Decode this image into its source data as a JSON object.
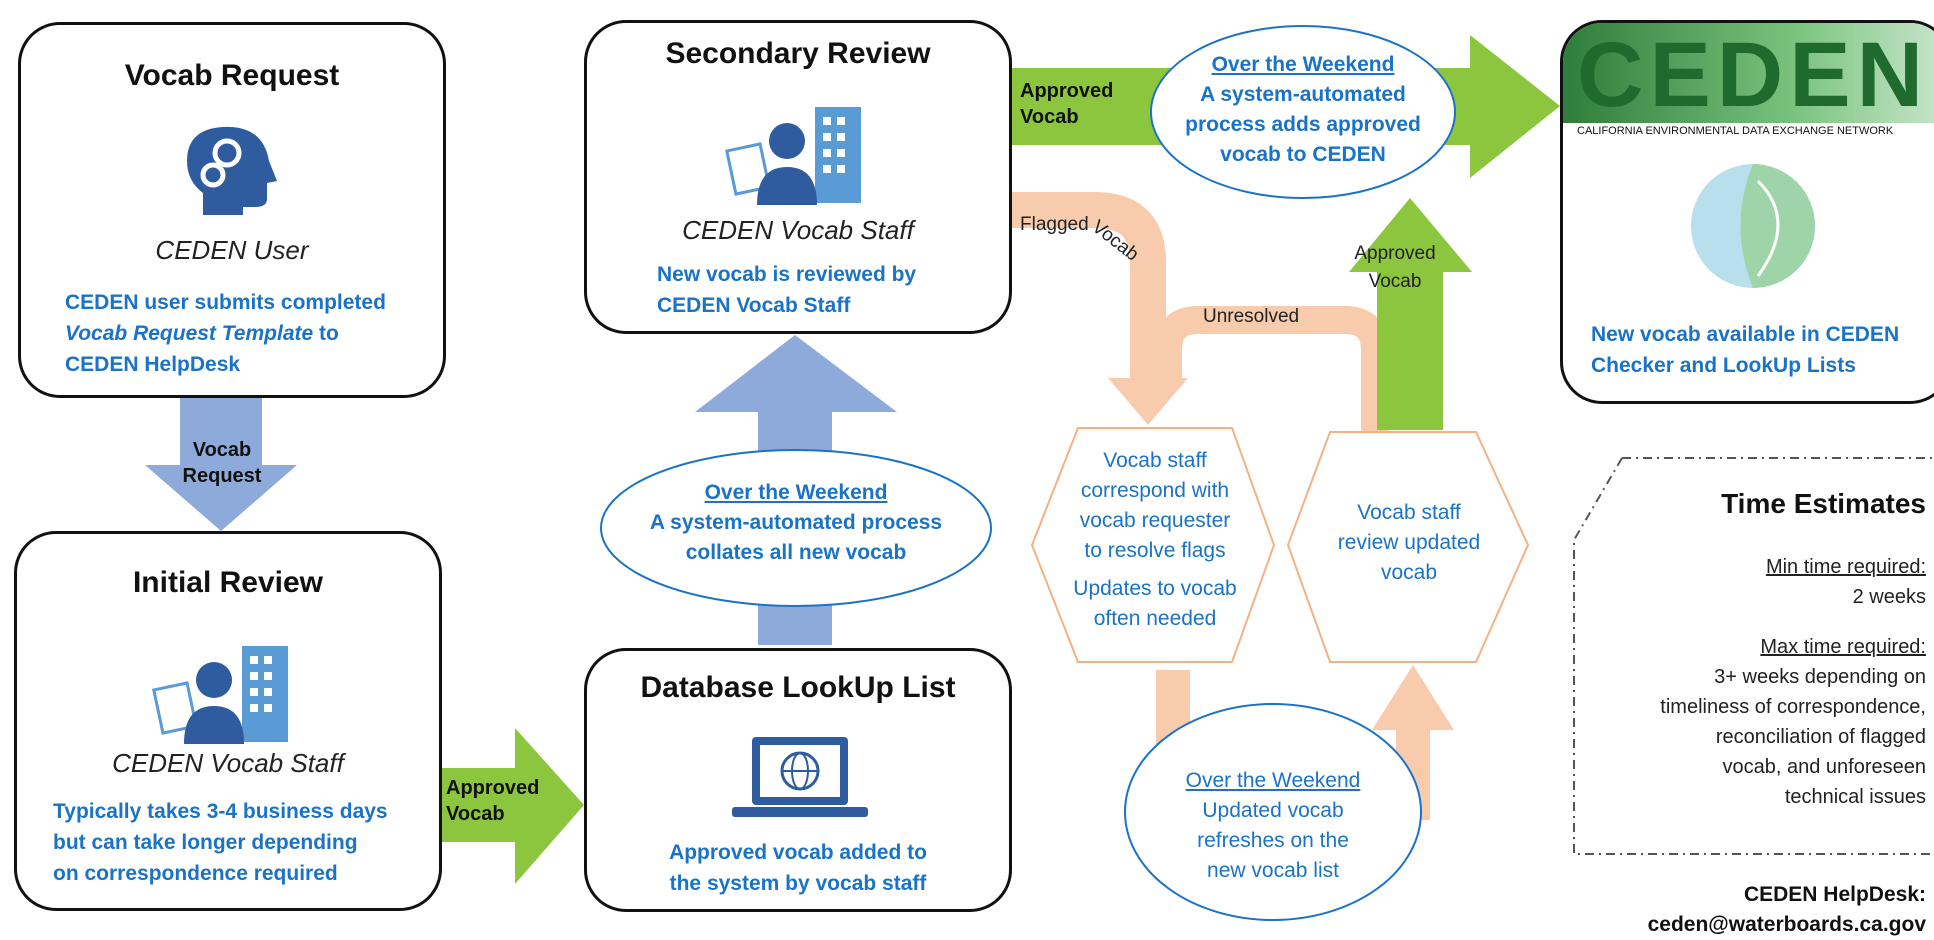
{
  "vocab_request": {
    "title": "Vocab Request",
    "role": "CEDEN User",
    "desc_line1": "CEDEN user submits completed",
    "desc_template": "Vocab Request Template",
    "desc_to": " to",
    "desc_line3": "CEDEN HelpDesk"
  },
  "arrow_vocab_request": {
    "line1": "Vocab",
    "line2": "Request"
  },
  "initial_review": {
    "title": "Initial Review",
    "role": "CEDEN Vocab Staff",
    "desc_line1": "Typically takes 3-4 business days",
    "desc_line2": "but can take longer depending",
    "desc_line3": "on correspondence required"
  },
  "arrow_approved_1": {
    "line1": "Approved",
    "line2": "Vocab"
  },
  "database_lookup": {
    "title": "Database LookUp List",
    "desc_line1": "Approved vocab added to",
    "desc_line2": "the system by vocab staff"
  },
  "cloud_collate": {
    "heading": "Over the Weekend",
    "line1": "A system-automated process",
    "line2": "collates all new vocab"
  },
  "secondary_review": {
    "title": "Secondary Review",
    "role": "CEDEN Vocab Staff",
    "desc_line1": "New vocab is reviewed by",
    "desc_line2": "CEDEN Vocab Staff"
  },
  "arrow_approved_2": {
    "line1": "Approved",
    "line2": "Vocab"
  },
  "cloud_adds": {
    "heading": "Over the Weekend",
    "line1": "A system-automated",
    "line2": "process adds approved",
    "line3": "vocab to CEDEN"
  },
  "ceden": {
    "logo_text": "CEDEN",
    "tagline": "CALIFORNIA ENVIRONMENTAL DATA EXCHANGE NETWORK",
    "desc_line1": "New vocab available in CEDEN",
    "desc_line2": "Checker and LookUp Lists"
  },
  "flagged_label": {
    "word1": "Flagged",
    "word2": "Vocab"
  },
  "unresolved_label": "Unresolved",
  "approved_up_label": {
    "line1": "Approved",
    "line2": "Vocab"
  },
  "hex_correspond": {
    "line1": "Vocab staff",
    "line2": "correspond with",
    "line3": "vocab requester",
    "line4": "to resolve flags",
    "line5": "Updates to vocab",
    "line6": "often needed"
  },
  "hex_review": {
    "line1": "Vocab staff",
    "line2": "review updated",
    "line3": "vocab"
  },
  "cloud_refresh": {
    "heading": "Over the Weekend",
    "line1": "Updated vocab",
    "line2": "refreshes on the",
    "line3": "new vocab list"
  },
  "time_estimates": {
    "title": "Time Estimates",
    "min_label": "Min time required:",
    "min_value": "2 weeks",
    "max_label": "Max time required:",
    "max_line1": "3+ weeks depending on",
    "max_line2": "timeliness of correspondence,",
    "max_line3": "reconciliation of flagged",
    "max_line4": "vocab, and unforeseen",
    "max_line5": "technical issues"
  },
  "helpdesk": {
    "label": "CEDEN HelpDesk:",
    "email": "ceden@waterboards.ca.gov"
  },
  "colors": {
    "green_arrow": "#8cc63f",
    "blue_arrow": "#8eaadb",
    "orange_flow": "#f8cbad",
    "text_blue": "#1a73c6",
    "icon_blue": "#2e5c9e"
  }
}
